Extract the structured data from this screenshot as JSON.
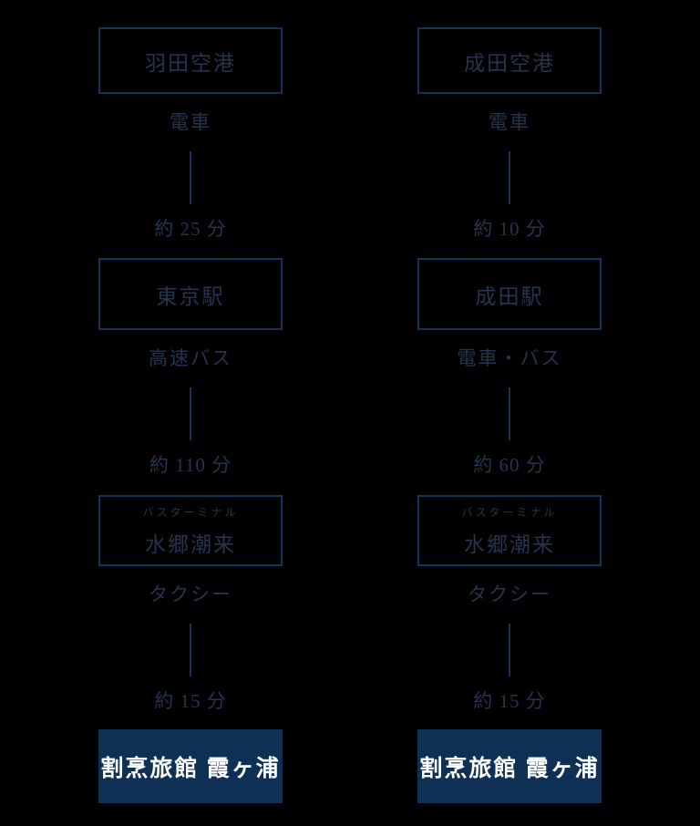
{
  "colors": {
    "background": "#000000",
    "border_navy": "#14325a",
    "text_navy": "#25344f",
    "line_navy": "#14325a",
    "destination_bg": "#0e3054",
    "destination_text": "#ffffff"
  },
  "routes": [
    {
      "name": "from-haneda",
      "origin": "羽田空港",
      "leg1": {
        "mode": "電車",
        "duration": "約 25 分"
      },
      "station": "東京駅",
      "leg2": {
        "mode": "高速バス",
        "duration": "約 110 分"
      },
      "terminal": {
        "sub": "バスターミナル",
        "name": "水郷潮来"
      },
      "leg3": {
        "mode": "タクシー",
        "duration": "約 15 分"
      },
      "destination": "割烹旅館 霞ヶ浦"
    },
    {
      "name": "from-narita",
      "origin": "成田空港",
      "leg1": {
        "mode": "電車",
        "duration": "約 10 分"
      },
      "station": "成田駅",
      "leg2": {
        "mode": "電車・バス",
        "duration": "約 60 分"
      },
      "terminal": {
        "sub": "バスターミナル",
        "name": "水郷潮来"
      },
      "leg3": {
        "mode": "タクシー",
        "duration": "約 15 分"
      },
      "destination": "割烹旅館 霞ヶ浦"
    }
  ]
}
